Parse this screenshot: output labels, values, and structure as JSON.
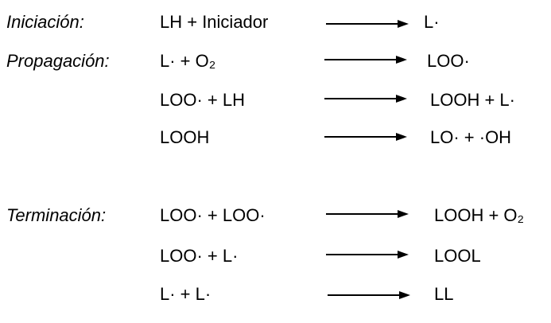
{
  "reactions": [
    {
      "stage": "Iniciación:",
      "reactant": "LH + Iniciador",
      "product": "L·"
    },
    {
      "stage": "Propagación:",
      "reactant": "L· + O₂",
      "product": "LOO·"
    },
    {
      "stage": "",
      "reactant": "LOO· + LH",
      "product": "LOOH + L·"
    },
    {
      "stage": "",
      "reactant": "LOOH",
      "product": "LO· + ·OH"
    },
    {
      "stage": "Terminación:",
      "reactant": "LOO· + LOO·",
      "product": "LOOH + O₂"
    },
    {
      "stage": "",
      "reactant": "LOO· + L·",
      "product": "LOOL"
    },
    {
      "stage": "",
      "reactant": "L· + L·",
      "product": "LL"
    }
  ],
  "colors": {
    "text": "#000000",
    "background": "#ffffff"
  }
}
